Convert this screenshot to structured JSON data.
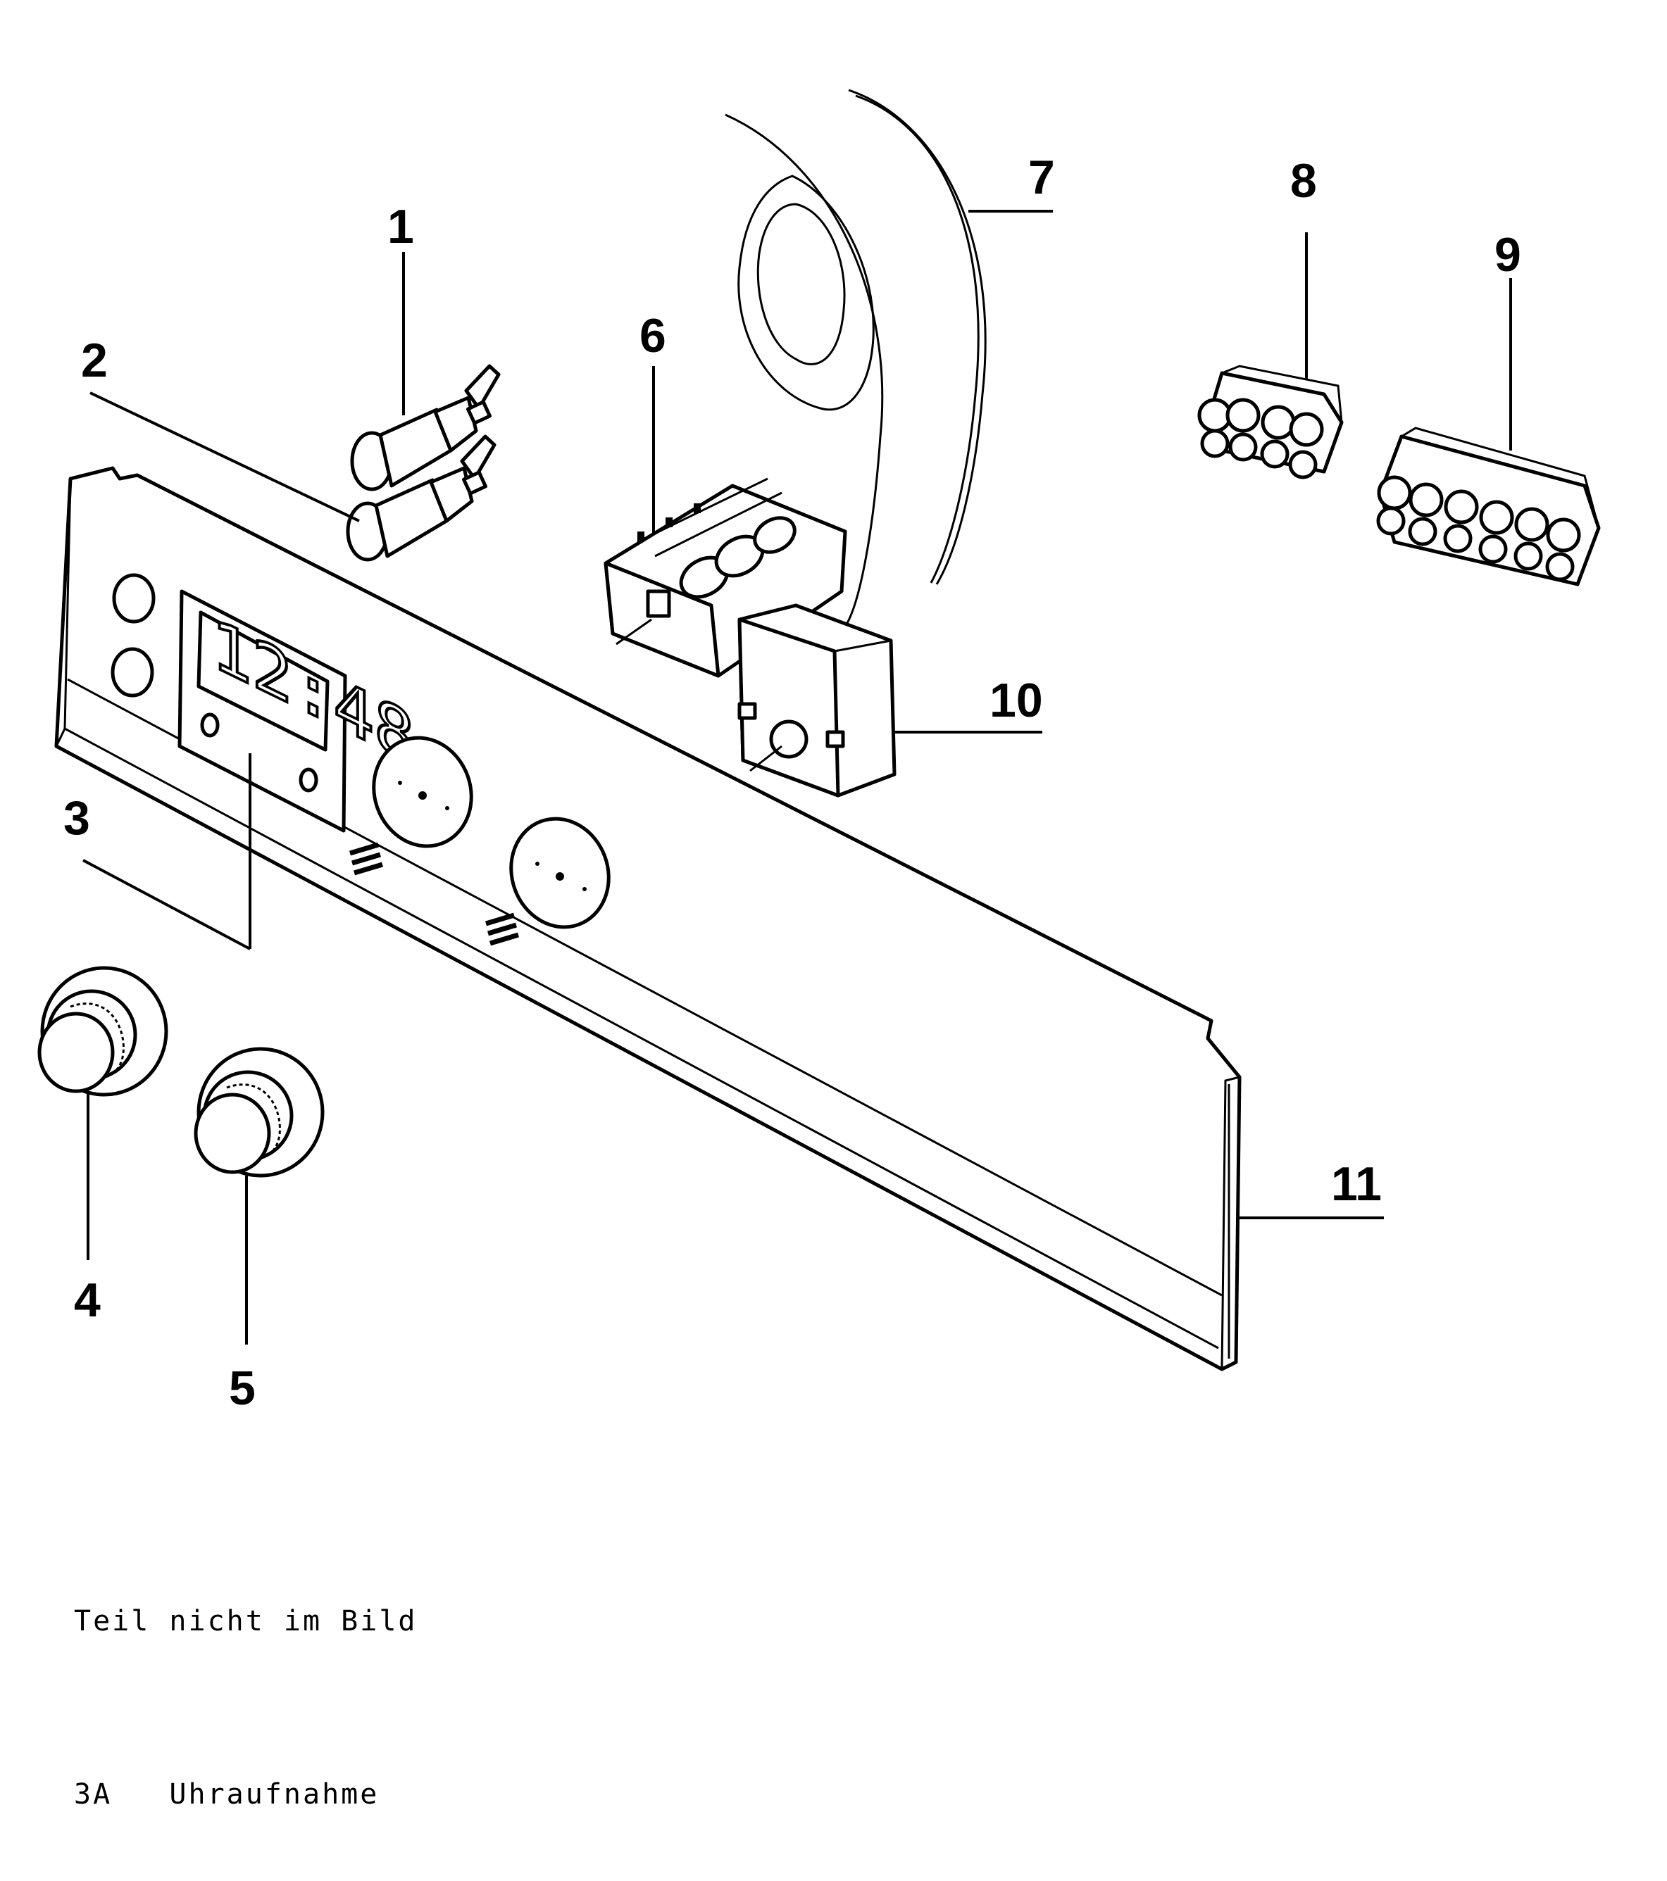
{
  "diagram": {
    "callouts": [
      {
        "id": "1",
        "label": "1"
      },
      {
        "id": "2",
        "label": "2"
      },
      {
        "id": "3",
        "label": "3"
      },
      {
        "id": "4",
        "label": "4"
      },
      {
        "id": "5",
        "label": "5"
      },
      {
        "id": "6",
        "label": "6"
      },
      {
        "id": "7",
        "label": "7"
      },
      {
        "id": "8",
        "label": "8"
      },
      {
        "id": "9",
        "label": "9"
      },
      {
        "id": "10",
        "label": "10"
      },
      {
        "id": "11",
        "label": "11"
      }
    ],
    "clock_display": "12:48"
  },
  "notes": {
    "heading": "Teil nicht im Bild",
    "items": [
      {
        "number": "3A",
        "text": "Uhraufnahme"
      }
    ]
  }
}
